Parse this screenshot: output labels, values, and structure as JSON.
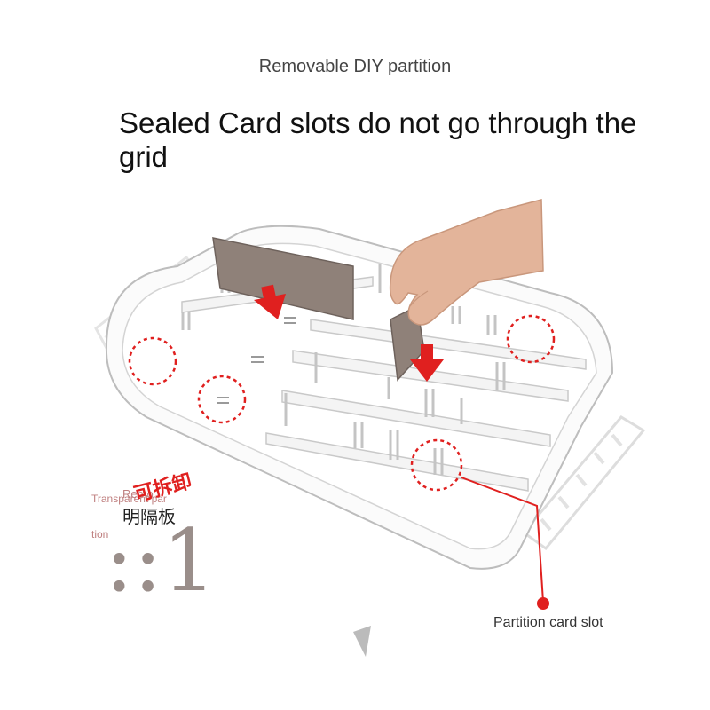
{
  "header": {
    "subtitle": "Removable DIY partition",
    "headline": "Sealed Card slots do not go through the grid"
  },
  "callout": {
    "label": "Partition card slot"
  },
  "watermark": {
    "red_text": "可拆卸",
    "black_text": "明隔板",
    "ghost_line_1": "Transparent par",
    "ghost_line_2": "tion",
    "ghost_overlay": "Remo",
    "number": "::1"
  },
  "colors": {
    "accent_red": "#e0201f",
    "box_outline": "#bfbfbf",
    "divider_brown": "#8f8179"
  }
}
